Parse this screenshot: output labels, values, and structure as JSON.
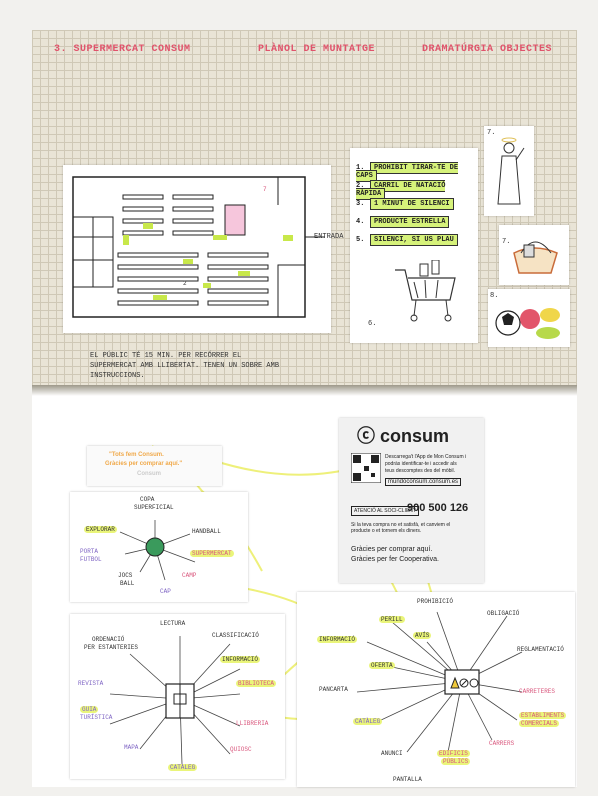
{
  "header": {
    "left": "3. SUPERMERCAT  CONSUM",
    "middle": "PLÀNOL  DE  MUNTATGE",
    "right": "DRAMATÚRGIA  OBJECTES"
  },
  "instructions_list": [
    {
      "num": "1.",
      "text": "PROHIBIT TIRAR-TE DE CAPS"
    },
    {
      "num": "2.",
      "text": "CARRIL DE NATACIÓ RÀPIDA"
    },
    {
      "num": "3.",
      "text": "1 MINUT DE SILENCI"
    },
    {
      "num": "4.",
      "text": "PRODUCTE ESTRELLA"
    },
    {
      "num": "5.",
      "text": "SILENCI, SI US PLAU"
    }
  ],
  "list_label_6": "6.",
  "entrance_label": "ENTRADA",
  "side_labels": {
    "n7a": "7.",
    "n7b": "7.",
    "n8": "8."
  },
  "note": "EL PÚBLIC TÉ 15 MIN. PER RECÓRRER EL SUPERMERCAT AMB LLIBERTAT. TENEN UN SOBRE AMB INSTRUCCIONS.",
  "consum": {
    "brand": "consum",
    "promo_lines": [
      "Descarrega't l'App de Mon Consum i",
      "podràs identificar-te i accedir als",
      "teus descomptes des del mòbil."
    ],
    "url": "mundoconsum.consum.es",
    "phone_label": "ATENCIÓ AL SOCI-CLIENT",
    "phone": "900 500 126",
    "fine_print": "Si la teva compra no et satisfà, et canviem el producte o et tornem els diners.",
    "thanks1": "Gràcies per comprar aquí.",
    "thanks2": "Gràcies per fer Cooperativa."
  },
  "quote": {
    "line1": "\"Tots fem Consum.",
    "line2": "Gràcies per comprar aquí.\"",
    "line3": "Consum"
  },
  "map1": {
    "center_icon": "globe-icon",
    "words": [
      "COPA",
      "SUPERFICIAL",
      "EXPLORAR",
      "HANDBALL",
      "PORTA",
      "FUTBOL",
      "JOCS",
      "BALL",
      "CAP",
      "SUPERMERCAT",
      "CAMP"
    ]
  },
  "map2": {
    "center_icon": "book-icon",
    "words": [
      "LECTURA",
      "ORDENACIÓ",
      "PER ESTANTERIES",
      "CLASSIFICACIÓ",
      "INFORMACIÓ",
      "REVISTA",
      "BIBLIOTECA",
      "GUIA",
      "TURÍSTICA",
      "LLIBRERIA",
      "MAPA",
      "QUIOSC",
      "CATÀLEG"
    ]
  },
  "map3": {
    "center_icon": "signs-icon",
    "words": [
      "PROHIBICIÓ",
      "OBLIGACIÓ",
      "PERILL",
      "AVÍS",
      "INFORMACIÓ",
      "OFERTA",
      "REGLAMENTACIÓ",
      "PANCARTA",
      "CARRETERES",
      "ESTABLIMENTS",
      "COMERCIALS",
      "CATÀLEG",
      "ANUNCI",
      "EDIFICIS",
      "PÚBLICS",
      "CARRERS",
      "PANTALLA"
    ]
  },
  "colors": {
    "highlight": "#eaf57a",
    "header": "#e0536b",
    "paper": "#e9e4d6",
    "green_tag": "#d6f27a"
  }
}
